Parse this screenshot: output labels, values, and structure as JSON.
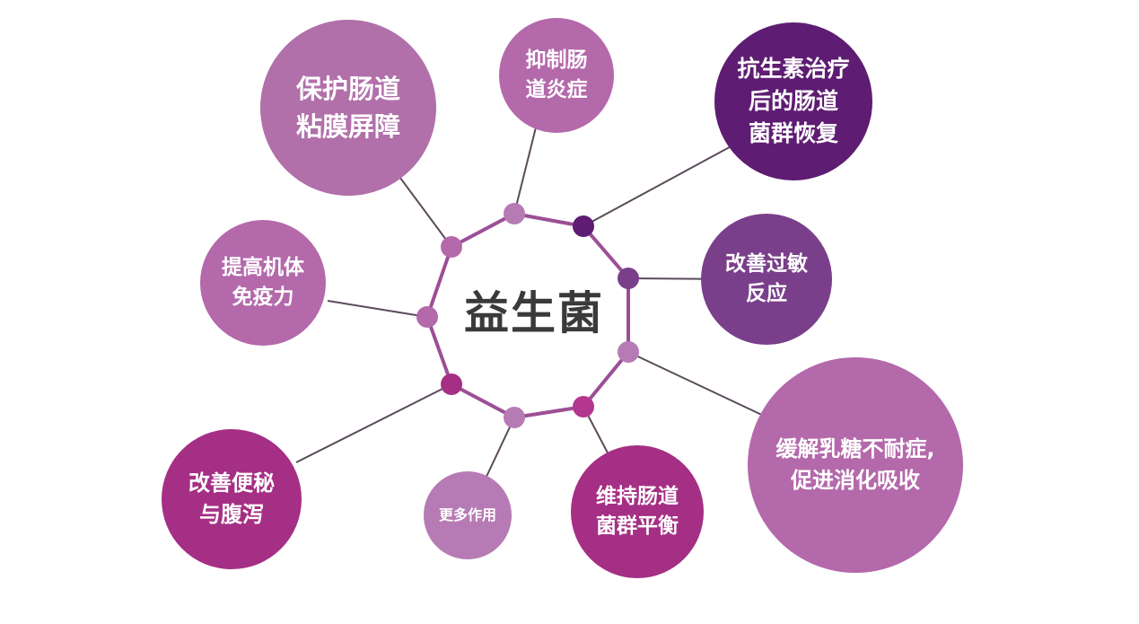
{
  "center": {
    "label": "益生菌"
  },
  "colors": {
    "light_mauve": "#b170aa",
    "mauve": "#b469ab",
    "deep_purple": "#5e1c72",
    "violet": "#7a3f8a",
    "magenta": "#a52f84",
    "pink_magenta": "#b3368f",
    "orchid": "#b67bb4",
    "line": "#5a4a5a",
    "ring": "#9c4f96"
  },
  "benefits": [
    {
      "label": "保护肠道\n粘膜屏障"
    },
    {
      "label": "抑制肠\n道炎症"
    },
    {
      "label": "抗生素治疗\n后的肠道\n菌群恢复"
    },
    {
      "label": "改善过敏\n反应"
    },
    {
      "label": "缓解乳糖不耐症,\n促进消化吸收"
    },
    {
      "label": "维持肠道\n菌群平衡"
    },
    {
      "label": "更多作用"
    },
    {
      "label": "改善便秘\n与腹泻"
    },
    {
      "label": "提高机体\n免疫力"
    }
  ]
}
